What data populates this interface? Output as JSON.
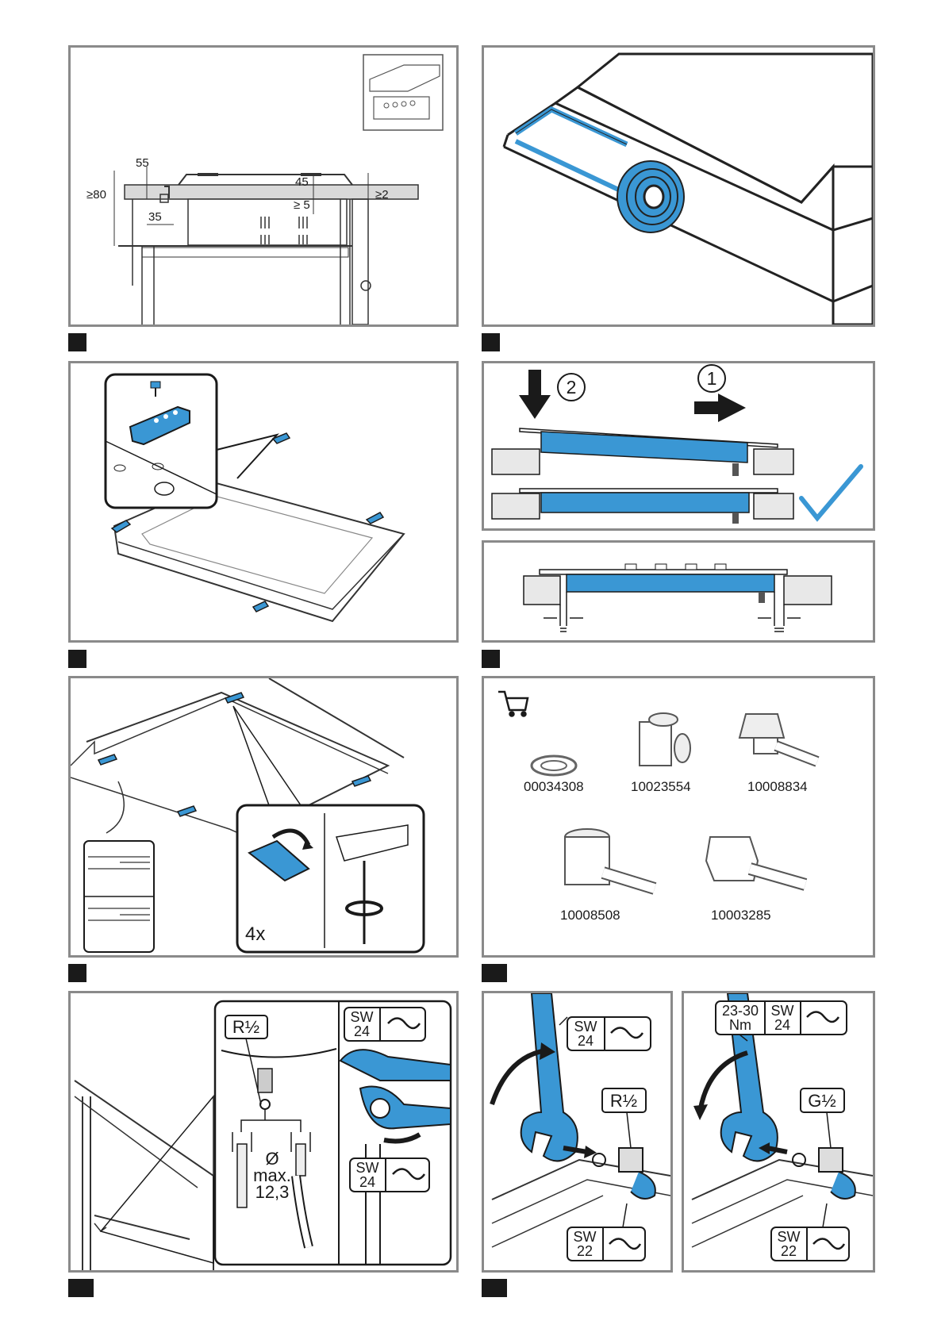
{
  "colors": {
    "frame": "#8a8a8a",
    "accent": "#3a97d4",
    "accent_dark": "#1f6fa8",
    "ink": "#1a1a1a",
    "wood": "#e8e8e8"
  },
  "fig1": {
    "dim_55": "55",
    "dim_45": "45",
    "dim_80": "≥80",
    "dim_2": "≥2",
    "dim_5": "≥ 5",
    "dim_35": "35"
  },
  "fig3": {
    "step1": "1",
    "step2": "2"
  },
  "fig4": {
    "count": "4x"
  },
  "spares": {
    "icon": "cart-icon",
    "parts": [
      "00034308",
      "10023554",
      "10008834",
      "10008508",
      "10003285"
    ]
  },
  "fig5": {
    "thread": "R½",
    "wrench_top": [
      "SW",
      "24"
    ],
    "diameter_lines": [
      "Ø",
      "max.",
      "12,3"
    ],
    "wrench_bottom": [
      "SW",
      "24"
    ]
  },
  "fig6a": {
    "wrench_top": [
      "SW",
      "24"
    ],
    "thread": "R½",
    "wrench_bottom": [
      "SW",
      "22"
    ]
  },
  "fig6b": {
    "torque": [
      "23-30",
      "Nm"
    ],
    "wrench_top": [
      "SW",
      "24"
    ],
    "thread": "G½",
    "wrench_bottom": [
      "SW",
      "22"
    ]
  }
}
